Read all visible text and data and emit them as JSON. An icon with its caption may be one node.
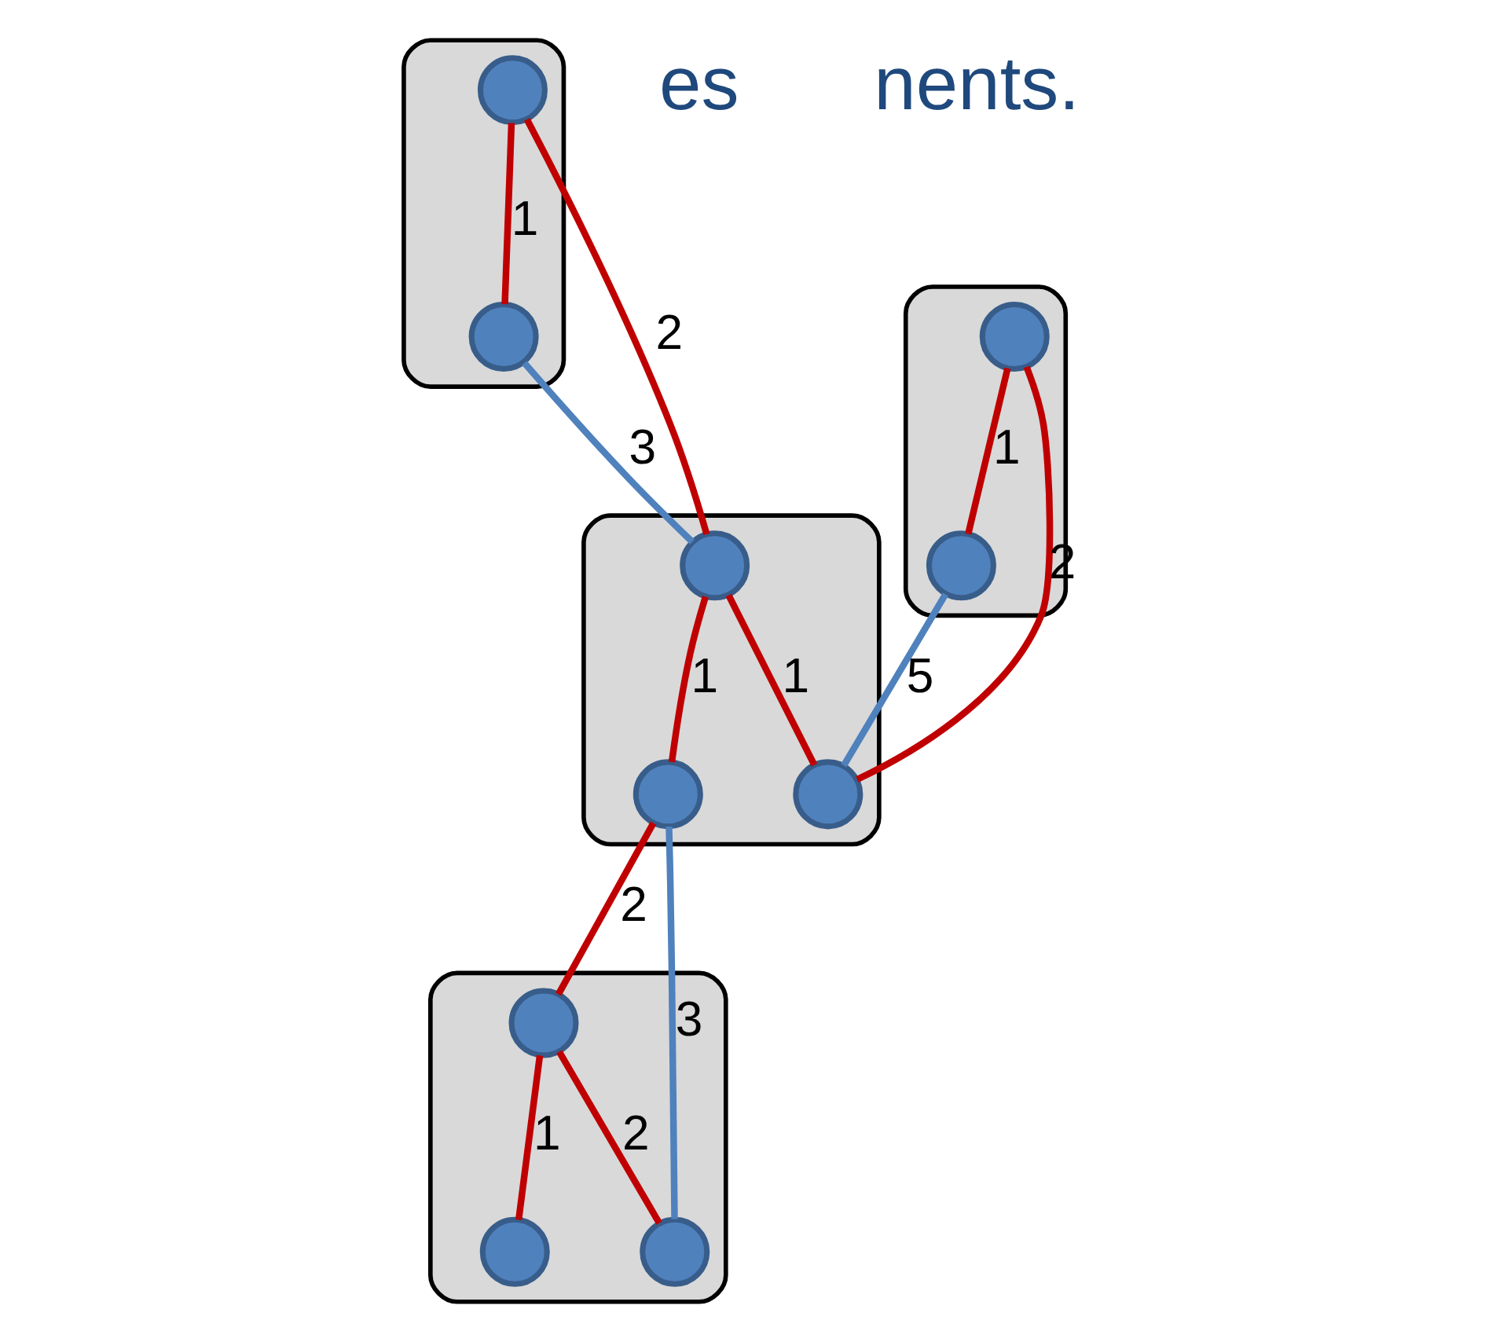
{
  "diagram": {
    "nodes": [
      {
        "text": [],
        "shape": "ellipse"
      },
      {
        "text": [],
        "shape": "circle",
        "in": 0
      },
      {
        "text": [],
        "shape": "circle",
        "in": 0
      },
      {
        "text": [],
        "shape": "ellipse"
      },
      {
        "text": [],
        "shape": "circle",
        "in": 3
      },
      {
        "text": [],
        "shape": "circle",
        "in": 3
      },
      {
        "text": [],
        "shape": "ellipse"
      },
      {
        "text": [],
        "shape": "circle",
        "in": 6
      },
      {
        "text": [],
        "shape": "circle",
        "in": 6
      },
      {
        "text": [],
        "shape": "circle",
        "in": 6
      },
      {
        "text": [],
        "shape": "ellipse"
      },
      {
        "text": [],
        "shape": "circle",
        "in": 10
      },
      {
        "text": [],
        "shape": "circle",
        "in": 10
      },
      {
        "text": [],
        "shape": "circle",
        "in": 10
      }
    ],
    "edges": [
      {
        "from": 1,
        "to": 2,
        "arrow": "none",
        "label": "1"
      },
      {
        "from": 1,
        "to": 7,
        "arrow": "none",
        "label": "2"
      },
      {
        "from": 2,
        "to": 7,
        "arrow": "none",
        "label": "3",
        "color": "#4f81bd"
      },
      {
        "from": 4,
        "to": 5,
        "arrow": "none",
        "label": "1"
      },
      {
        "from": 4,
        "to": 8,
        "arrow": "none",
        "label": "2"
      },
      {
        "from": 5,
        "to": 8,
        "arrow": "none",
        "label": "5",
        "color": "#4f81bd"
      },
      {
        "from": 7,
        "to": 8,
        "arrow": "none",
        "label": "1"
      },
      {
        "from": 7,
        "to": 9,
        "arrow": "none",
        "label": "1"
      },
      {
        "from": 9,
        "to": 11,
        "arrow": "none",
        "label": "3",
        "color": "#4f81bd"
      },
      {
        "from": 9,
        "to": 12,
        "arrow": "none",
        "label": "2"
      },
      {
        "from": 12,
        "to": 11,
        "arrow": "none",
        "label": "2"
      },
      {
        "from": 12,
        "to": 13,
        "arrow": "none",
        "label": "1"
      }
    ],
    "labels": [
      "es",
      "nents."
    ]
  }
}
